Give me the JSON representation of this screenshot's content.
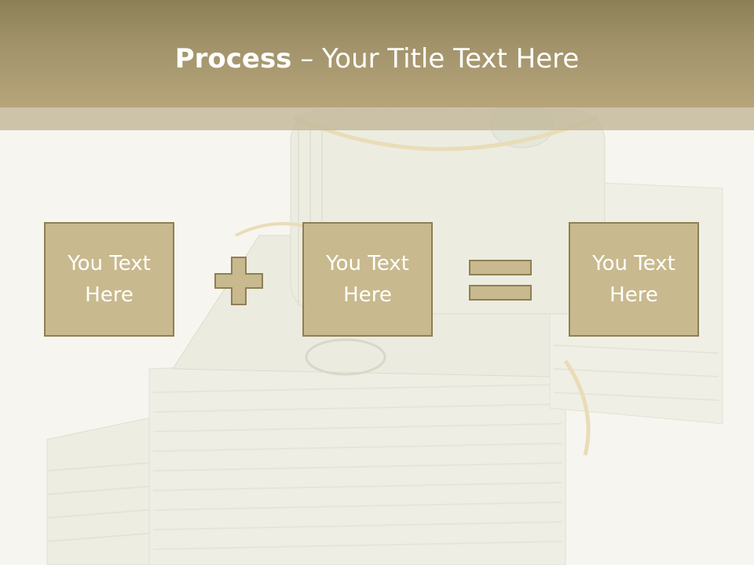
{
  "title": {
    "bold": "Process",
    "rest": " – Your Title Text Here"
  },
  "process": {
    "box1": "You Text Here",
    "box2": "You Text Here",
    "box3": "You Text Here",
    "operator1": "plus-icon",
    "operator2": "equals-icon"
  },
  "colors": {
    "header": "#9f9068",
    "box_fill": "#c8b98e",
    "box_border": "#8e7f55",
    "text": "#ffffff"
  }
}
